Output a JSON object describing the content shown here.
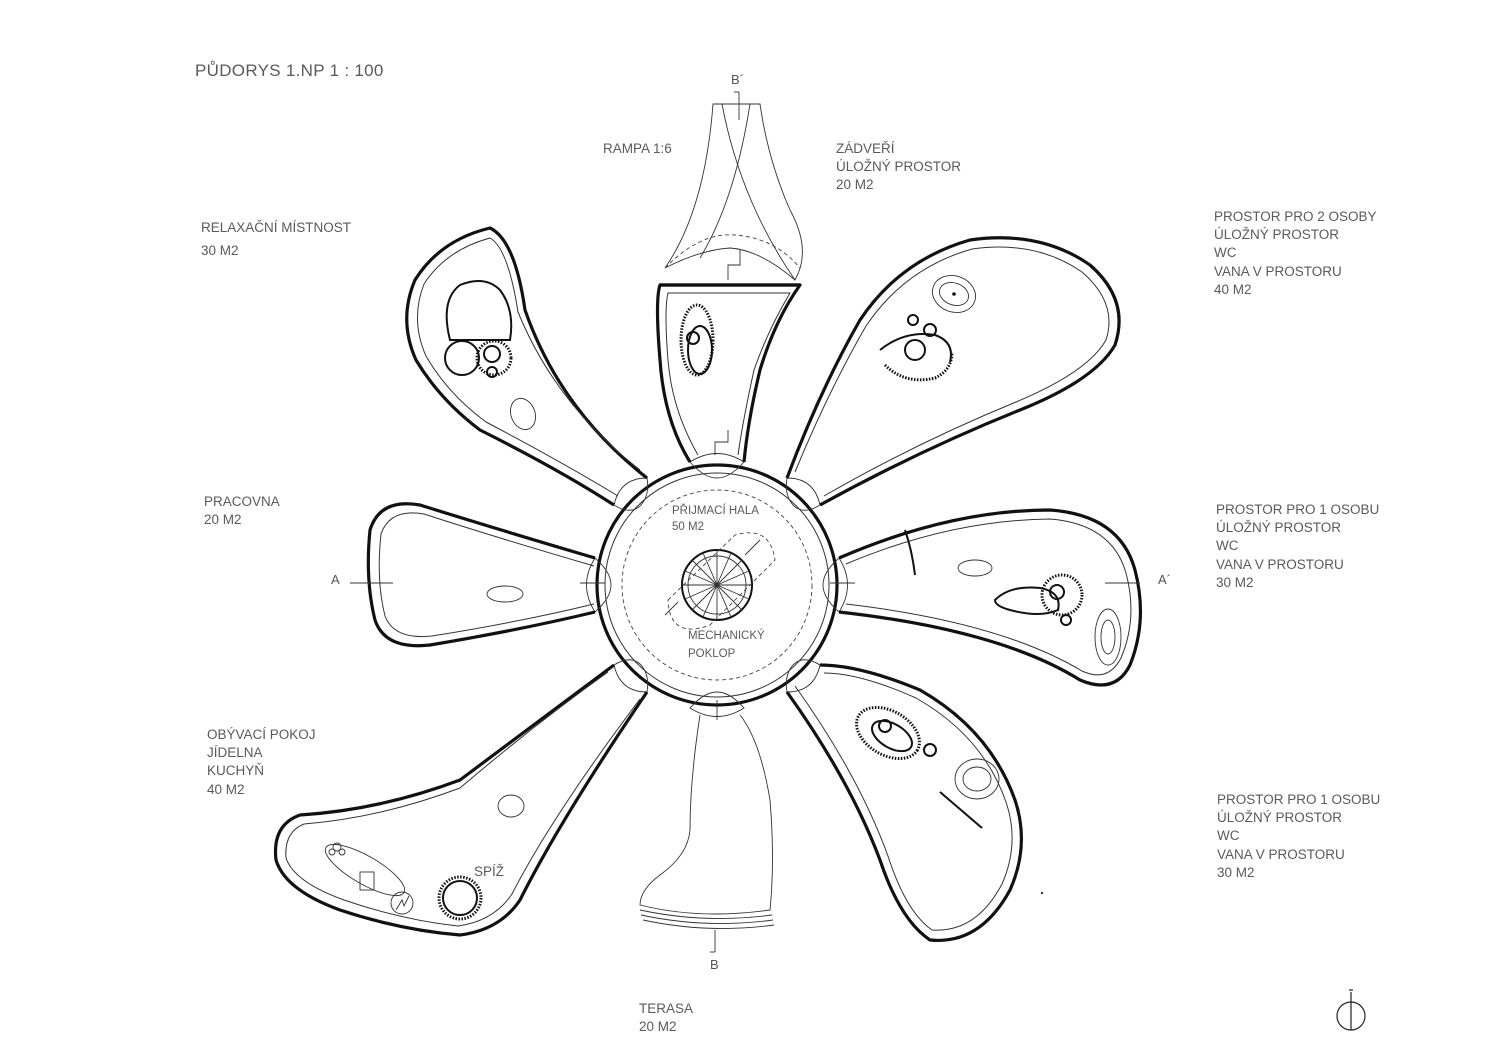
{
  "title": "PŮDORYS 1.NP 1 : 100",
  "rooms": {
    "ramp": {
      "lines": [
        "RAMPA 1:6"
      ]
    },
    "entrance": {
      "lines": [
        "ZÁDVEŘÍ",
        "ÚLOŽNÝ PROSTOR",
        "20 M2"
      ]
    },
    "relax": {
      "lines": [
        "RELAXAČNÍ MÍSTNOST",
        "30 M2"
      ]
    },
    "two_person": {
      "lines": [
        "PROSTOR PRO 2 OSOBY",
        "ÚLOŽNÝ PROSTOR",
        "WC",
        "VANA V PROSTORU",
        "40 M2"
      ]
    },
    "study": {
      "lines": [
        "PRACOVNA",
        "20 M2"
      ]
    },
    "one_person_a": {
      "lines": [
        "PROSTOR PRO 1 OSOBU",
        "ÚLOŽNÝ PROSTOR",
        "WC",
        "VANA V PROSTORU",
        "30 M2"
      ]
    },
    "living": {
      "lines": [
        "OBÝVACÍ POKOJ",
        "JÍDELNA",
        "KUCHYŇ",
        "40 M2"
      ]
    },
    "one_person_b": {
      "lines": [
        "PROSTOR PRO 1 OSOBU",
        "ÚLOŽNÝ PROSTOR",
        "WC",
        "VANA V PROSTORU",
        "30 M2"
      ]
    },
    "terrace": {
      "lines": [
        "TERASA",
        "20 M2"
      ]
    },
    "hall": {
      "lines": [
        "PŘIJMACÍ HALA",
        "50 M2"
      ]
    },
    "hatch": {
      "lines": [
        "MECHANICKÝ",
        "POKLOP"
      ]
    },
    "pantry": {
      "lines": [
        "SPÍŽ"
      ]
    }
  },
  "section_marks": {
    "a_left": "A",
    "a_right": "A´",
    "b_top": "B´",
    "b_bottom": "B"
  },
  "north_arrow_icon": "north-arrow-icon"
}
